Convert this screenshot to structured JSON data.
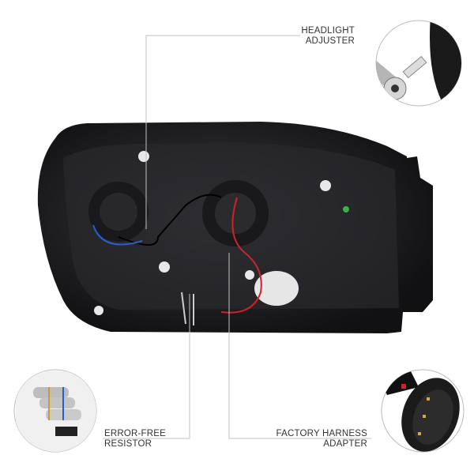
{
  "callouts": {
    "headlight_adjuster": {
      "line1": "HEADLIGHT",
      "line2": "ADJUSTER"
    },
    "error_free_resistor": {
      "line1": "ERROR-FREE",
      "line2": "RESISTOR"
    },
    "factory_harness_adapter": {
      "line1": "FACTORY HARNESS",
      "line2": "ADAPTER"
    }
  },
  "colors": {
    "housing": "#1c1c1e",
    "callout_line": "#bfbfbf",
    "wire_red": "#d0222a",
    "wire_blue": "#2a5fc9"
  }
}
